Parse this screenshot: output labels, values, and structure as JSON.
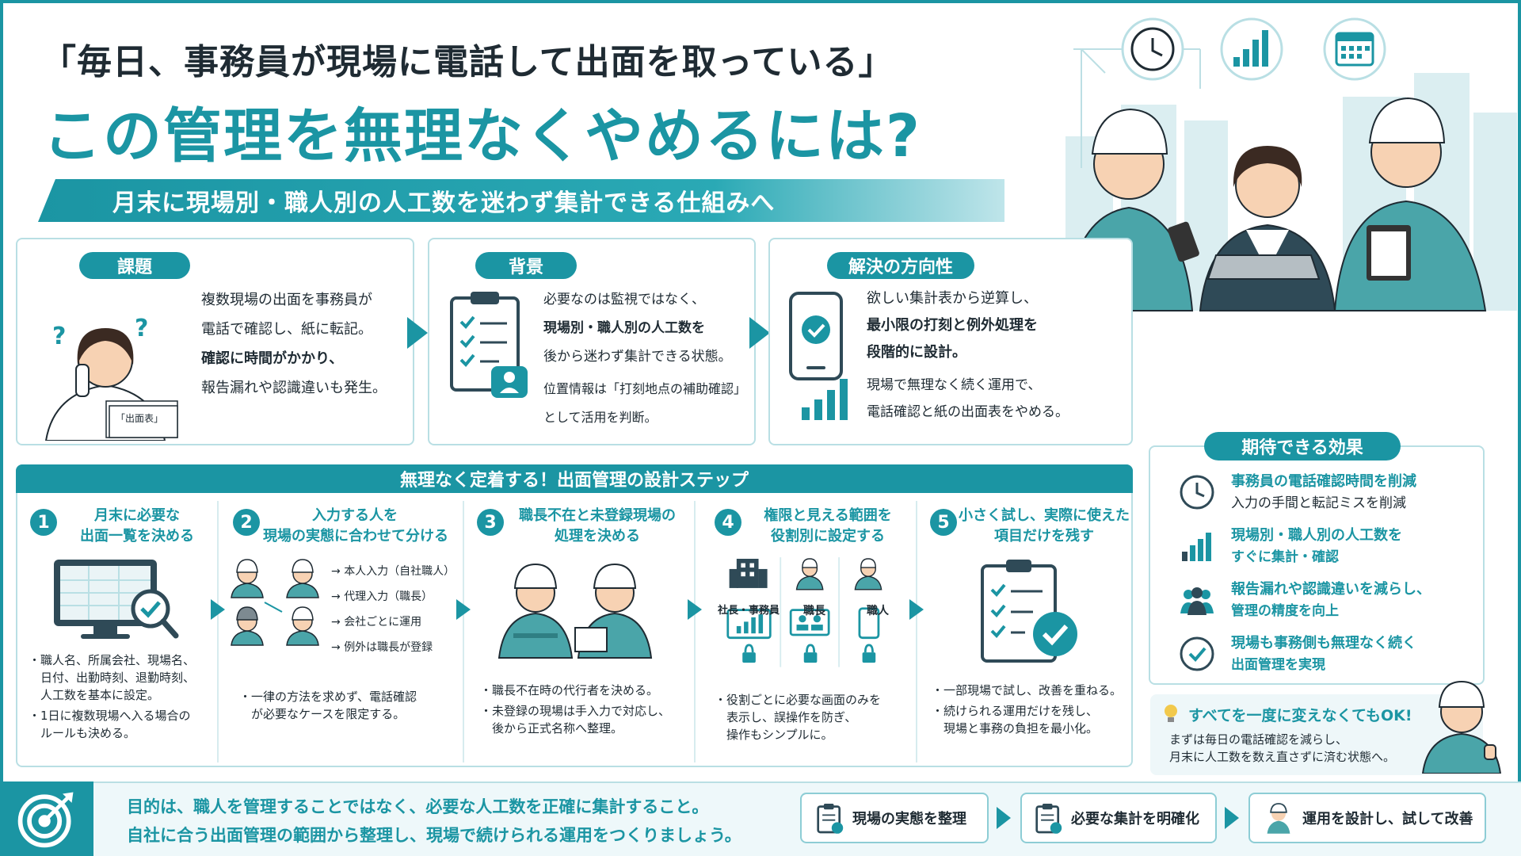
{
  "header": {
    "title_line1": "「毎日、事務員が現場に電話して出面を取っている」",
    "title_line2": "この管理を無理なくやめるには?",
    "ribbon": "月末に現場別・職人別の人工数を迷わず集計できる仕組みへ"
  },
  "cards": [
    {
      "label": "課題",
      "lines": [
        "複数現場の出面を事務員が",
        "電話で確認し、紙に転記。",
        "確認に時間がかかり、",
        "報告漏れや認識違いも発生。"
      ],
      "paper_label": "「出面表」"
    },
    {
      "label": "背景",
      "lines": [
        "必要なのは監視ではなく、",
        "現場別・職人別の人工数を",
        "後から迷わず集計できる状態。",
        "位置情報は「打刻地点の補助確認」",
        "として活用を判断。"
      ]
    },
    {
      "label": "解決の方向性",
      "lines": [
        "欲しい集計表から逆算し、",
        "最小限の打刻と例外処理を",
        "段階的に設計。",
        "現場で無理なく続く運用で、",
        "電話確認と紙の出面表をやめる。"
      ]
    }
  ],
  "steps": {
    "heading": "無理なく定着する！出面管理の設計ステップ",
    "items": [
      {
        "num": "1",
        "title1": "月末に必要な",
        "title2": "出面一覧を決める",
        "bullets": [
          "・職人名、所属会社、現場名、",
          "　日付、出勤時刻、退勤時刻、",
          "　人工数を基本に設定。",
          "・1日に複数現場へ入る場合の",
          "　ルールも決める。"
        ]
      },
      {
        "num": "2",
        "title1": "入力する人を",
        "title2": "現場の実態に合わせて分ける",
        "flow": [
          "本人入力（自社職人）",
          "代理入力（職長）",
          "会社ごとに運用",
          "例外は職長が登録"
        ],
        "bullets": [
          "・一律の方法を求めず、電話確認",
          "　が必要なケースを限定する。"
        ]
      },
      {
        "num": "3",
        "title1": "職長不在と未登録現場の",
        "title2": "処理を決める",
        "bullets": [
          "・職長不在時の代行者を決める。",
          "・未登録の現場は手入力で対応し、",
          "　後から正式名称へ整理。"
        ]
      },
      {
        "num": "4",
        "title1": "権限と見える範囲を",
        "title2": "役割別に設定する",
        "roles": [
          "社長・事務員",
          "職長",
          "職人"
        ],
        "bullets": [
          "・役割ごとに必要な画面のみを",
          "　表示し、誤操作を防ぎ、",
          "　操作もシンプルに。"
        ]
      },
      {
        "num": "5",
        "title1": "小さく試し、実際に使えた",
        "title2": "項目だけを残す",
        "bullets": [
          "・一部現場で試し、改善を重ねる。",
          "・続けられる運用だけを残し、",
          "　現場と事務の負担を最小化。"
        ]
      }
    ]
  },
  "effects": {
    "heading": "期待できる効果",
    "items": [
      {
        "icon": "clock-icon",
        "line1": "事務員の電話確認時間を削減",
        "line2": "入力の手間と転記ミスを削減",
        "line2_bold": false
      },
      {
        "icon": "bar-chart-icon",
        "line1": "現場別・職人別の人工数を",
        "line2": "すぐに集計・確認",
        "line2_bold": true
      },
      {
        "icon": "people-icon",
        "line1": "報告漏れや認識違いを減らし、",
        "line2": "管理の精度を向上",
        "line2_bold": true
      },
      {
        "icon": "check-circle-icon",
        "line1": "現場も事務側も無理なく続く",
        "line2": "出面管理を実現",
        "line2_bold": true
      }
    ],
    "ok_title": "すべてを一度に変えなくてもOK!",
    "ok_line1": "まずは毎日の電話確認を減らし、",
    "ok_line2": "月末に人工数を数え直さずに済む状態へ。"
  },
  "footer": {
    "line1": "目的は、職人を管理することではなく、必要な人工数を正確に集計すること。",
    "line2": "自社に合う出面管理の範囲から整理し、現場で続けられる運用をつくりましょう。",
    "buttons": [
      "現場の実態を整理",
      "必要な集計を明確化",
      "運用を設計し、試して改善"
    ]
  },
  "colors": {
    "accent": "#1b95a3",
    "text": "#1f2b33",
    "light": "#eef8fa"
  }
}
